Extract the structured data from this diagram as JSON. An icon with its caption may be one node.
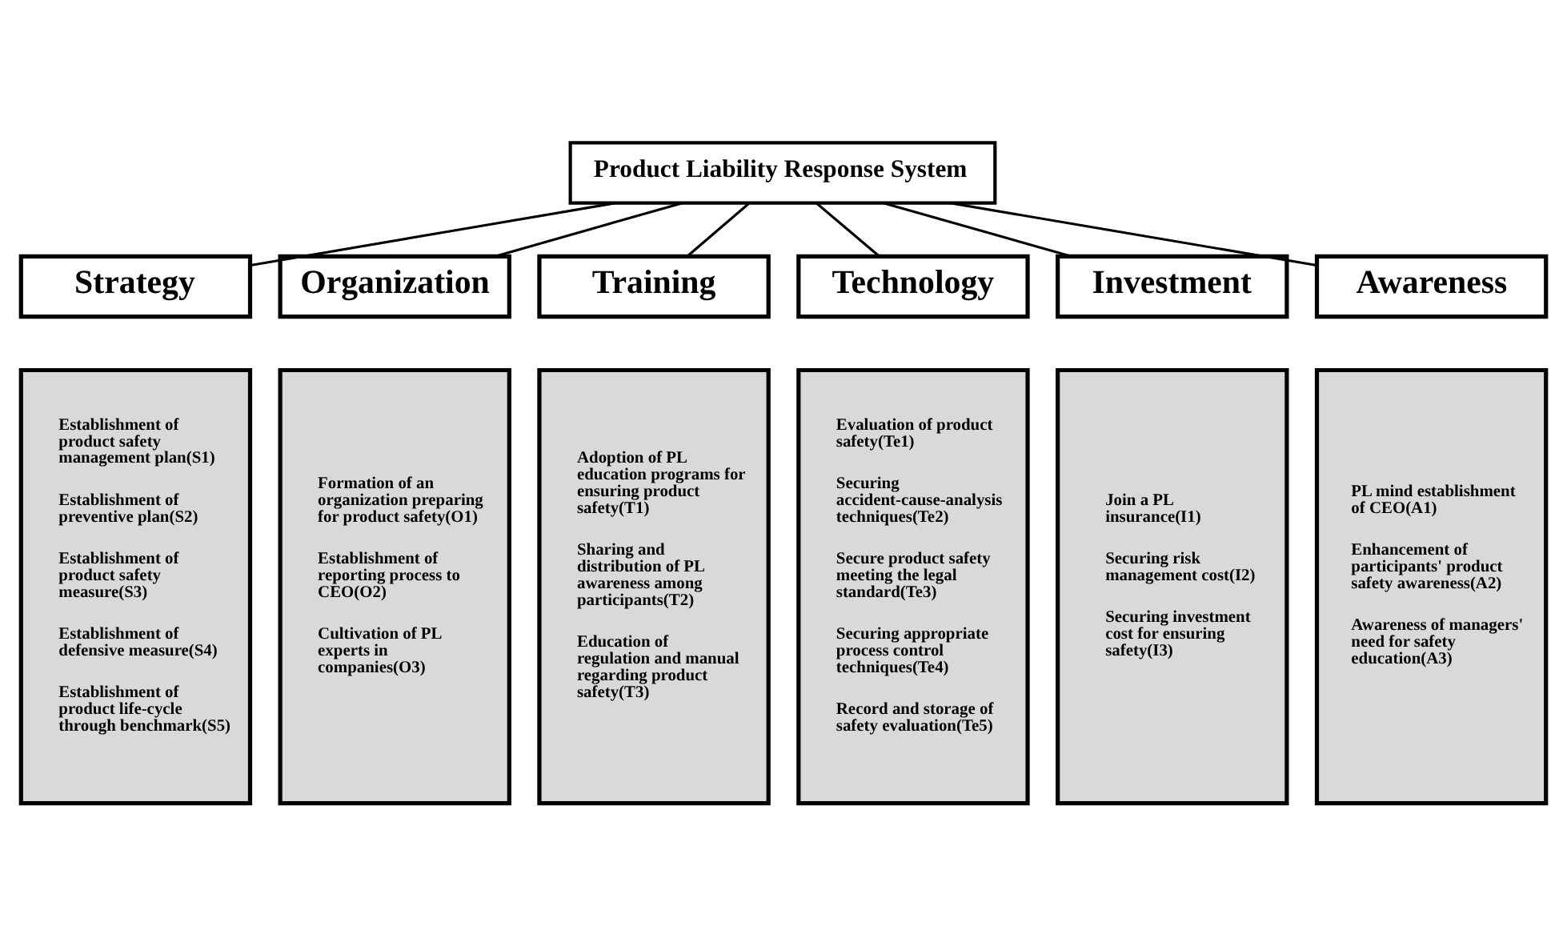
{
  "diagram": {
    "nodes": [
      {
        "text": [
          "Product Liability Response System"
        ]
      },
      {
        "text": [
          "Strategy"
        ]
      },
      {
        "text": [
          "Organization"
        ]
      },
      {
        "text": [
          "Training"
        ]
      },
      {
        "text": [
          "Technology"
        ]
      },
      {
        "text": [
          "Investment"
        ]
      },
      {
        "text": [
          "Awareness"
        ]
      },
      {
        "text": [
          "Establishment of product safety management plan(S1)",
          "Establishment of preventive plan(S2)",
          "Establishment of product safety measure(S3)",
          "Establishment of defensive measure(S4)",
          "Establishment of product life-cycle through benchmark(S5)"
        ]
      },
      {
        "text": [
          "Formation of an organization preparing for product safety(O1)",
          "Establishment of reporting process to CEO(O2)",
          "Cultivation of PL experts in companies(O3)"
        ]
      },
      {
        "text": [
          "Adoption of PL education programs for ensuring product safety(T1)",
          "Sharing and distribution of PL awareness among participants(T2)",
          "Education of regulation and manual regarding product safety(T3)"
        ]
      },
      {
        "text": [
          "Evaluation of product safety(Te1)",
          "Securing accident-cause-analysis techniques(Te2)",
          "Secure product safety meeting the legal standard(Te3)",
          "Securing appropriate process control techniques(Te4)",
          "Record and storage of safety evaluation(Te5)"
        ]
      },
      {
        "text": [
          "Join a PL insurance(I1)",
          "Securing risk management cost(I2)",
          "Securing investment cost for ensuring safety(I3)"
        ]
      },
      {
        "text": [
          "PL mind establishment of CEO(A1)",
          "Enhancement of participants' product safety awareness(A2)",
          "Awareness of managers' need for safety education(A3)"
        ]
      }
    ],
    "edges": [
      {
        "from": 0,
        "to": 1,
        "arrow": "none"
      },
      {
        "from": 0,
        "to": 2,
        "arrow": "none"
      },
      {
        "from": 0,
        "to": 3,
        "arrow": "none"
      },
      {
        "from": 0,
        "to": 4,
        "arrow": "none"
      },
      {
        "from": 0,
        "to": 5,
        "arrow": "none"
      },
      {
        "from": 0,
        "to": 6,
        "arrow": "none"
      }
    ]
  }
}
